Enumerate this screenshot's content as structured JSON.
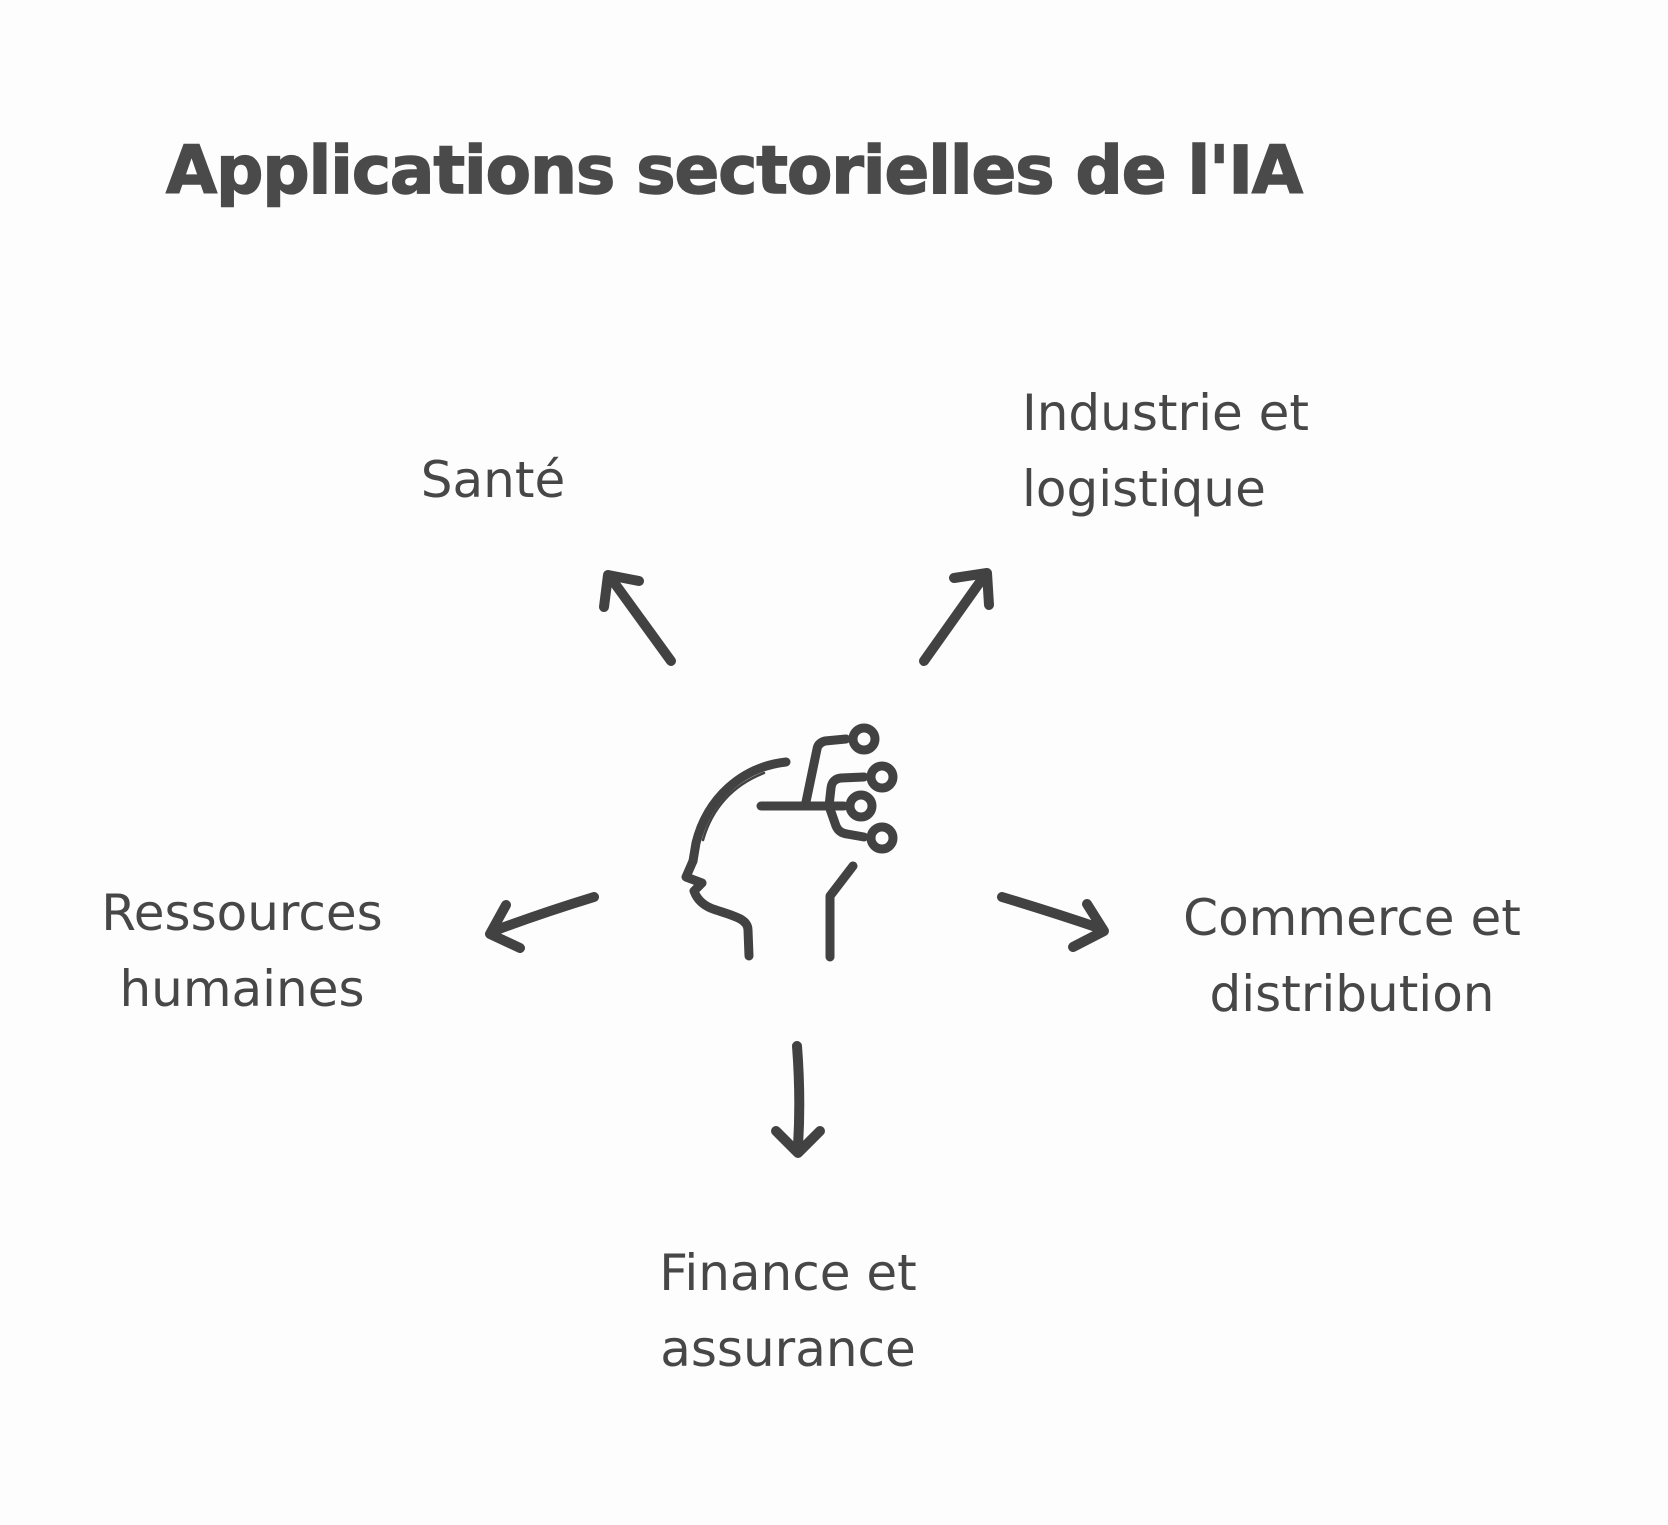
{
  "title": "Applications sectorielles de l'IA",
  "diagram": {
    "type": "spider-map",
    "center_icon": "ai-head-circuit",
    "colors": {
      "background": "#fdfdfd",
      "text": "#474747",
      "title_text": "#4a4a4a",
      "stroke": "#424242"
    },
    "nodes": [
      {
        "id": "sante",
        "position": "top-left",
        "lines": [
          "Santé"
        ]
      },
      {
        "id": "industrie",
        "position": "top-right",
        "lines": [
          "Industrie et",
          "logistique"
        ]
      },
      {
        "id": "ressources",
        "position": "middle-left",
        "lines": [
          "Ressources",
          "humaines"
        ]
      },
      {
        "id": "commerce",
        "position": "middle-right",
        "lines": [
          "Commerce et",
          "distribution"
        ]
      },
      {
        "id": "finance",
        "position": "bottom",
        "lines": [
          "Finance et",
          "assurance"
        ]
      }
    ]
  }
}
